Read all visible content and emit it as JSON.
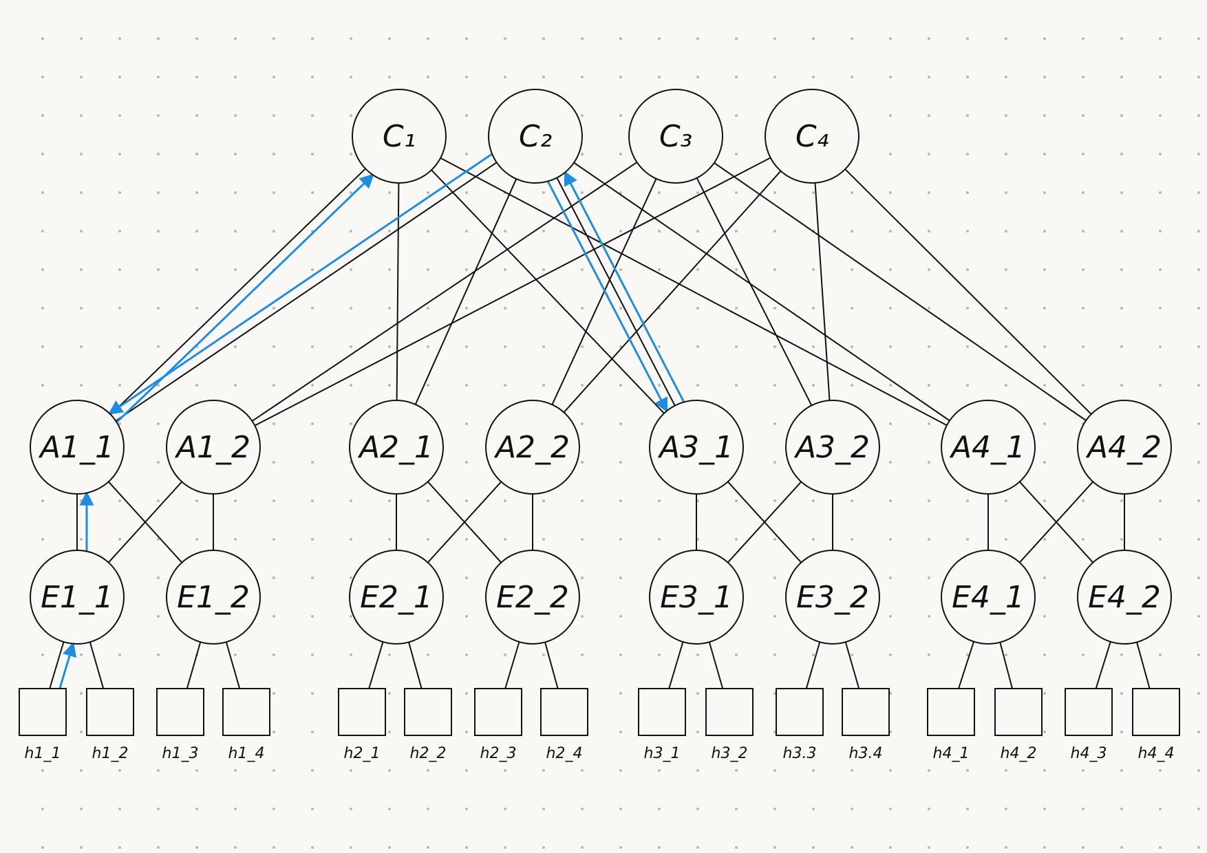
{
  "colors": {
    "background": "#faf8f5",
    "dot": "#b9b6b0",
    "stroke": "#111111",
    "path_highlight": "#1e8de0"
  },
  "core": [
    {
      "id": "c1",
      "label": "C₁"
    },
    {
      "id": "c2",
      "label": "C₂"
    },
    {
      "id": "c3",
      "label": "C₃"
    },
    {
      "id": "c4",
      "label": "C₄"
    }
  ],
  "aggregation": [
    {
      "id": "a1_1",
      "label": "A1_1"
    },
    {
      "id": "a1_2",
      "label": "A1_2"
    },
    {
      "id": "a2_1",
      "label": "A2_1"
    },
    {
      "id": "a2_2",
      "label": "A2_2"
    },
    {
      "id": "a3_1",
      "label": "A3_1"
    },
    {
      "id": "a3_2",
      "label": "A3_2"
    },
    {
      "id": "a4_1",
      "label": "A4_1"
    },
    {
      "id": "a4_2",
      "label": "A4_2"
    }
  ],
  "edge": [
    {
      "id": "e1_1",
      "label": "E1_1"
    },
    {
      "id": "e1_2",
      "label": "E1_2"
    },
    {
      "id": "e2_1",
      "label": "E2_1"
    },
    {
      "id": "e2_2",
      "label": "E2_2"
    },
    {
      "id": "e3_1",
      "label": "E3_1"
    },
    {
      "id": "e3_2",
      "label": "E3_2"
    },
    {
      "id": "e4_1",
      "label": "E4_1"
    },
    {
      "id": "e4_2",
      "label": "E4_2"
    }
  ],
  "hosts": [
    {
      "id": "h1_1",
      "label": "h1_1"
    },
    {
      "id": "h1_2",
      "label": "h1_2"
    },
    {
      "id": "h1_3",
      "label": "h1_3"
    },
    {
      "id": "h1_4",
      "label": "h1_4"
    },
    {
      "id": "h2_1",
      "label": "h2_1"
    },
    {
      "id": "h2_2",
      "label": "h2_2"
    },
    {
      "id": "h2_3",
      "label": "h2_3"
    },
    {
      "id": "h2_4",
      "label": "h2_4"
    },
    {
      "id": "h3_1",
      "label": "h3_1"
    },
    {
      "id": "h3_2",
      "label": "h3_2"
    },
    {
      "id": "h3_3",
      "label": "h3.3"
    },
    {
      "id": "h3_4",
      "label": "h3.4"
    },
    {
      "id": "h4_1",
      "label": "h4_1"
    },
    {
      "id": "h4_2",
      "label": "h4_2"
    },
    {
      "id": "h4_3",
      "label": "h4_3"
    },
    {
      "id": "h4_4",
      "label": "h4_4"
    }
  ],
  "links": [
    [
      "c1",
      "a1_1"
    ],
    [
      "c1",
      "a2_1"
    ],
    [
      "c1",
      "a3_1"
    ],
    [
      "c1",
      "a4_1"
    ],
    [
      "c2",
      "a1_1"
    ],
    [
      "c2",
      "a2_1"
    ],
    [
      "c2",
      "a3_1"
    ],
    [
      "c2",
      "a4_1"
    ],
    [
      "c3",
      "a1_2"
    ],
    [
      "c3",
      "a2_2"
    ],
    [
      "c3",
      "a3_2"
    ],
    [
      "c3",
      "a4_2"
    ],
    [
      "c4",
      "a1_2"
    ],
    [
      "c4",
      "a2_2"
    ],
    [
      "c4",
      "a3_2"
    ],
    [
      "c4",
      "a4_2"
    ],
    [
      "a1_1",
      "e1_1"
    ],
    [
      "a1_1",
      "e1_2"
    ],
    [
      "a1_2",
      "e1_1"
    ],
    [
      "a1_2",
      "e1_2"
    ],
    [
      "a2_1",
      "e2_1"
    ],
    [
      "a2_1",
      "e2_2"
    ],
    [
      "a2_2",
      "e2_1"
    ],
    [
      "a2_2",
      "e2_2"
    ],
    [
      "a3_1",
      "e3_1"
    ],
    [
      "a3_1",
      "e3_2"
    ],
    [
      "a3_2",
      "e3_1"
    ],
    [
      "a3_2",
      "e3_2"
    ],
    [
      "a4_1",
      "e4_1"
    ],
    [
      "a4_1",
      "e4_2"
    ],
    [
      "a4_2",
      "e4_1"
    ],
    [
      "a4_2",
      "e4_2"
    ],
    [
      "e1_1",
      "h1_1"
    ],
    [
      "e1_1",
      "h1_2"
    ],
    [
      "e1_2",
      "h1_3"
    ],
    [
      "e1_2",
      "h1_4"
    ],
    [
      "e2_1",
      "h2_1"
    ],
    [
      "e2_1",
      "h2_2"
    ],
    [
      "e2_2",
      "h2_3"
    ],
    [
      "e2_2",
      "h2_4"
    ],
    [
      "e3_1",
      "h3_1"
    ],
    [
      "e3_1",
      "h3_2"
    ],
    [
      "e3_2",
      "h3_3"
    ],
    [
      "e3_2",
      "h3_4"
    ],
    [
      "e4_1",
      "h4_1"
    ],
    [
      "e4_1",
      "h4_2"
    ],
    [
      "e4_2",
      "h4_3"
    ],
    [
      "e4_2",
      "h4_4"
    ]
  ],
  "highlighted_path": [
    [
      "h1_1",
      "e1_1"
    ],
    [
      "e1_1",
      "a1_1"
    ],
    [
      "a1_1",
      "c1"
    ],
    [
      "c2",
      "a1_1"
    ],
    [
      "c2",
      "a3_1"
    ],
    [
      "a3_1",
      "c2"
    ]
  ]
}
